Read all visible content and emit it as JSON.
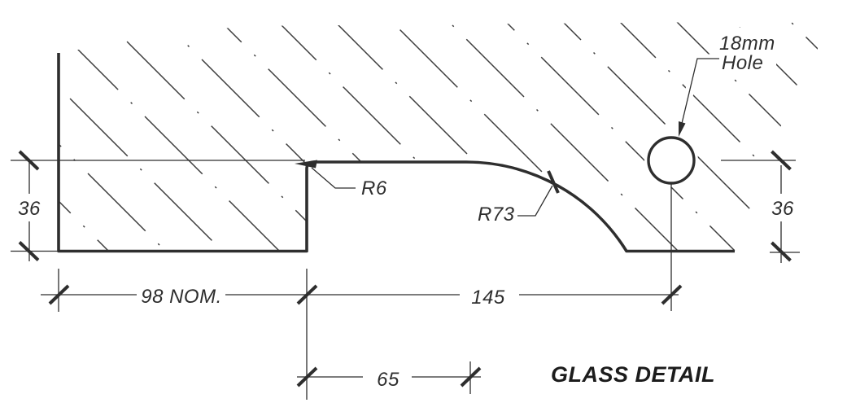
{
  "title": {
    "text": "GLASS DETAIL"
  },
  "dimensions": {
    "left_thickness": "36",
    "base_width": "98 NOM.",
    "profile_width": "145",
    "notch_width": "65",
    "right_thickness": "36"
  },
  "callouts": {
    "fillet_radius": "R6",
    "cove_radius": "R73",
    "hole_size": "18mm",
    "hole_word": "Hole"
  },
  "colors": {
    "ink": "#2e2e2e",
    "paper": "#ffffff"
  }
}
